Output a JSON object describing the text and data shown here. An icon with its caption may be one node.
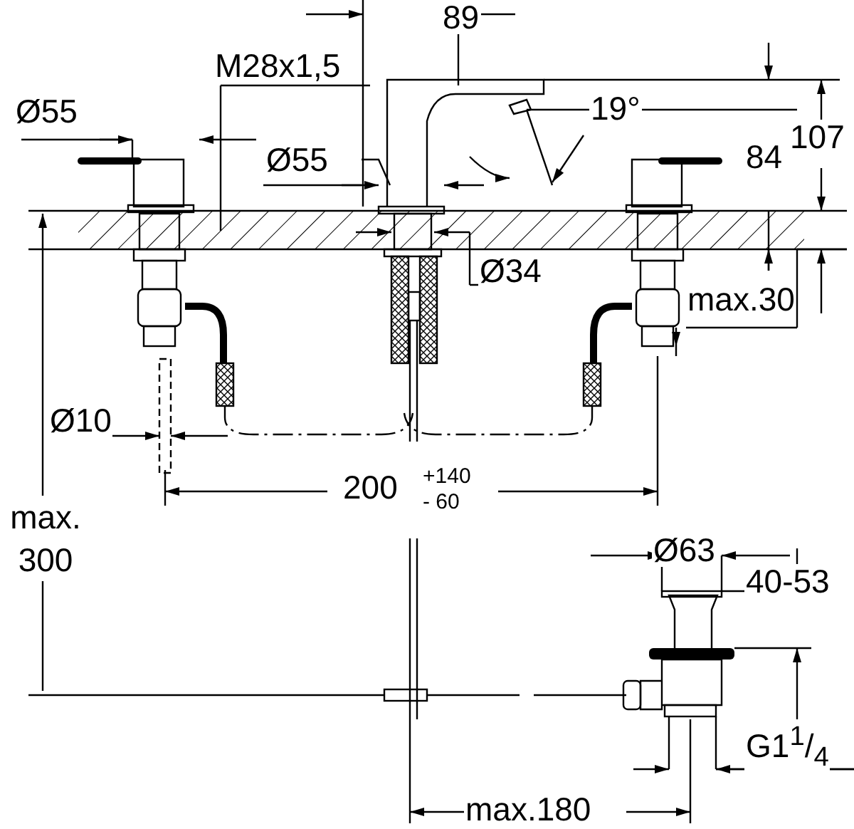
{
  "diagram": {
    "labels": [
      "89",
      "M28x1,5",
      "Ø55",
      "19°",
      "Ø55",
      "84",
      "107",
      "Ø34",
      "max.30",
      "Ø10",
      "200",
      "+140",
      "- 60",
      "max. 300",
      "Ø63",
      "40-53",
      "G1$^{1}$/$_{4}$",
      "max.180"
    ]
  }
}
